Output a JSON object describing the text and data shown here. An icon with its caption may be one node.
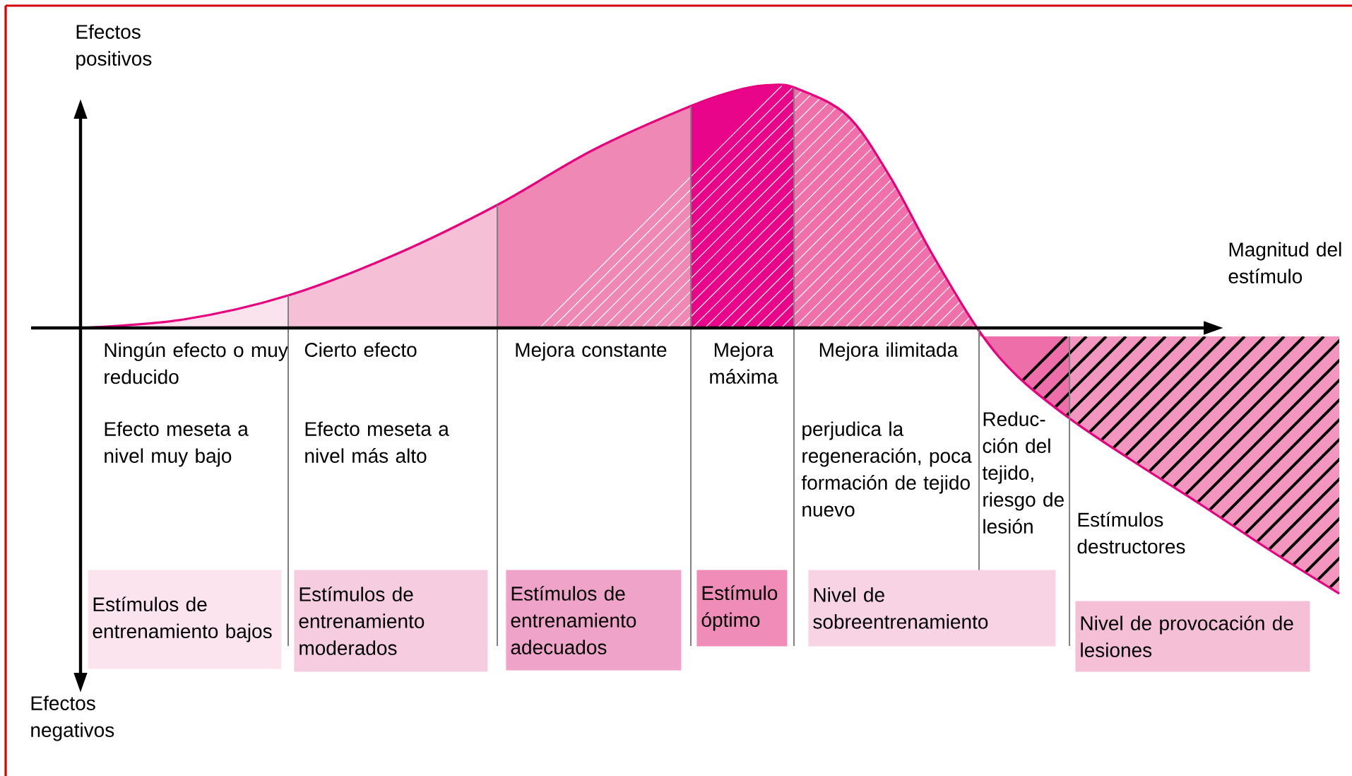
{
  "diagram": {
    "nodes": [
      {
        "text": [
          "Estímulos de entrenamiento bajos"
        ]
      },
      {
        "text": [
          "Estímulos de entrenamiento moderados"
        ]
      },
      {
        "text": [
          "Estímulos de entrenamiento adecuados"
        ]
      },
      {
        "text": [
          "Estímulo óptimo"
        ]
      },
      {
        "text": [
          "Nivel de sobreentrenamiento"
        ]
      },
      {
        "text": [
          "Nivel de provocación de lesiones"
        ]
      }
    ],
    "labels": [
      "Efectos positivos",
      "Magnitud del estímulo",
      "Ningún efecto o muy reducido",
      "Cierto efecto",
      "Mejora constante",
      "Mejora máxima",
      "Mejora ilimitada",
      "Efecto meseta a nivel muy bajo",
      "Efecto meseta a nivel más alto",
      "perjudica la regeneración, poca formación de tejido nuevo",
      "Reduc- ción del tejido, riesgo de lesión",
      "Estímulos destructores",
      "Efectos negativos"
    ]
  }
}
